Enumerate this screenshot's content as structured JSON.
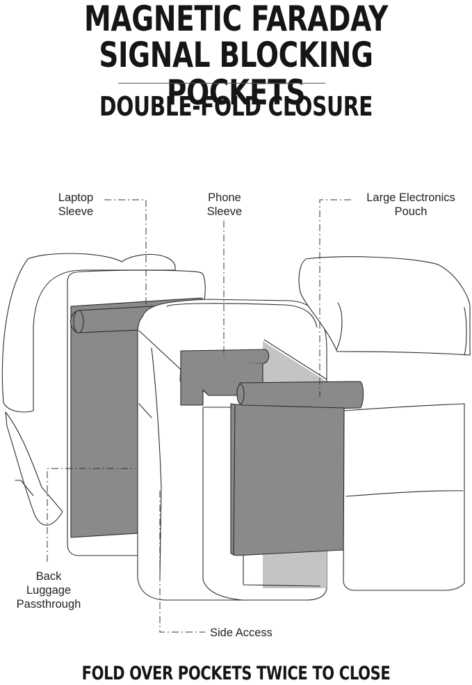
{
  "header": {
    "title_line1": "MAGNETIC FARADAY",
    "title_line2": "SIGNAL BLOCKING POCKETS",
    "subtitle": "DOUBLE-FOLD CLOSURE"
  },
  "callouts": {
    "laptop": {
      "line1": "Laptop",
      "line2": "Sleeve"
    },
    "phone": {
      "line1": "Phone",
      "line2": "Sleeve"
    },
    "large": {
      "line1": "Large Electronics",
      "line2": "Pouch"
    },
    "back": {
      "line1": "Back",
      "line2": "Luggage",
      "line3": "Passthrough"
    },
    "side": {
      "line1": "Side Access"
    }
  },
  "footer": {
    "caption": "FOLD OVER POCKETS TWICE TO CLOSE"
  },
  "colors": {
    "pocket_fill": "#8a8a8a",
    "inner_shadow": "#c4c4c6",
    "outline": "#2a2a2a",
    "leader_line": "#333333"
  }
}
